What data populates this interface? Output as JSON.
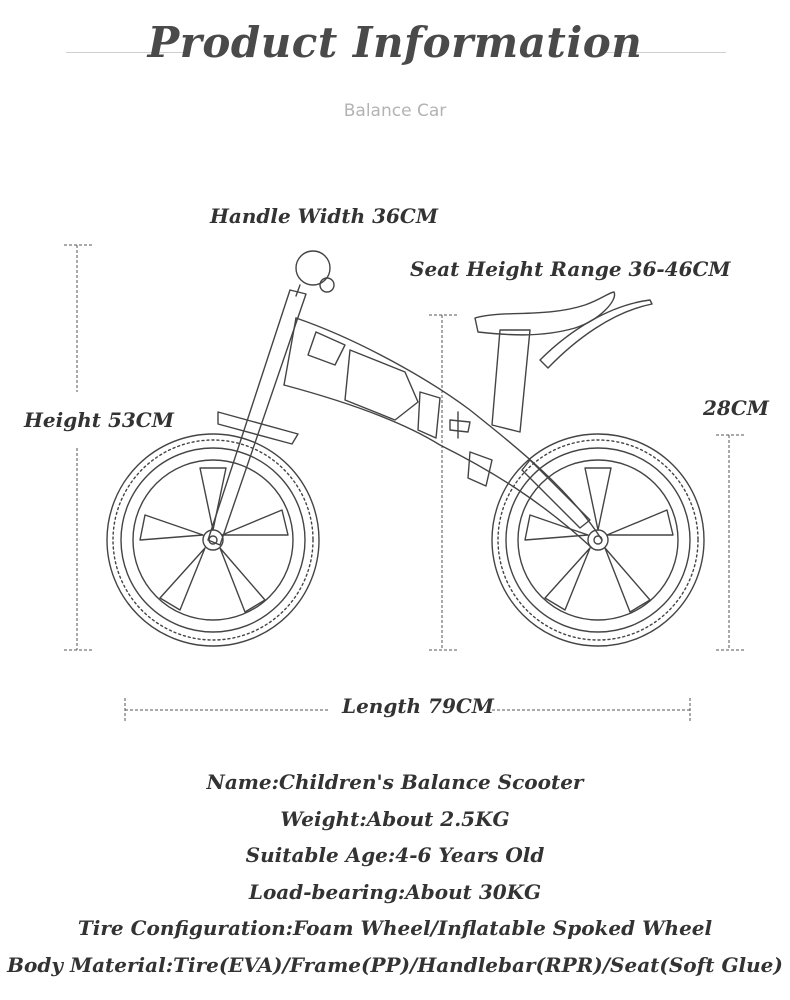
{
  "header": {
    "title": "Product Information",
    "subtitle": "Balance Car"
  },
  "dimensions": {
    "handle_width": "Handle Width 36CM",
    "seat_height": "Seat Height Range 36-46CM",
    "height": "Height 53CM",
    "wheel": "28CM",
    "length": "Length 79CM"
  },
  "specs": [
    "Name:Children's Balance Scooter",
    "Weight:About 2.5KG",
    "Suitable Age:4-6 Years Old",
    "Load-bearing:About 30KG",
    "Tire Configuration:Foam Wheel/Inflatable Spoked Wheel",
    "Body Material:Tire(EVA)/Frame(PP)/Handlebar(RPR)/Seat(Soft Glue)"
  ]
}
